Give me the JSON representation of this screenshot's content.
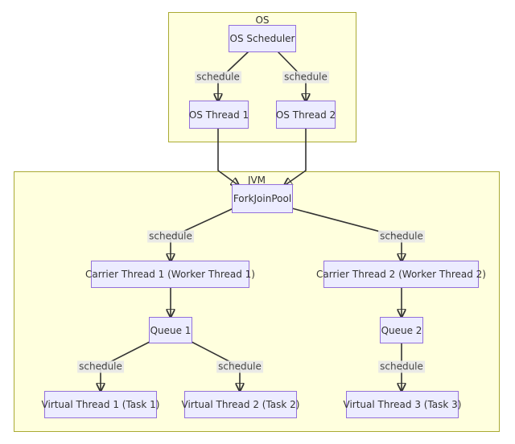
{
  "clusters": {
    "os": {
      "label": "OS"
    },
    "jvm": {
      "label": "JVM"
    }
  },
  "nodes": {
    "os_scheduler": "OS Scheduler",
    "os_thread_1": "OS Thread 1",
    "os_thread_2": "OS Thread 2",
    "forkjoinpool": "ForkJoinPool",
    "carrier_1": "Carrier Thread 1 (Worker Thread 1)",
    "carrier_2": "Carrier Thread 2 (Worker Thread 2)",
    "queue_1": "Queue 1",
    "queue_2": "Queue 2",
    "vthread_1": "Virtual Thread 1 (Task 1)",
    "vthread_2": "Virtual Thread 2 (Task 2)",
    "vthread_3": "Virtual Thread 3 (Task 3)"
  },
  "edges": [
    {
      "from": "OS Scheduler",
      "to": "OS Thread 1",
      "label": "schedule"
    },
    {
      "from": "OS Scheduler",
      "to": "OS Thread 2",
      "label": "schedule"
    },
    {
      "from": "OS Thread 1",
      "to": "ForkJoinPool",
      "label": ""
    },
    {
      "from": "OS Thread 2",
      "to": "ForkJoinPool",
      "label": ""
    },
    {
      "from": "ForkJoinPool",
      "to": "Carrier Thread 1 (Worker Thread 1)",
      "label": "schedule"
    },
    {
      "from": "ForkJoinPool",
      "to": "Carrier Thread 2 (Worker Thread 2)",
      "label": "schedule"
    },
    {
      "from": "Carrier Thread 1 (Worker Thread 1)",
      "to": "Queue 1",
      "label": ""
    },
    {
      "from": "Carrier Thread 2 (Worker Thread 2)",
      "to": "Queue 2",
      "label": ""
    },
    {
      "from": "Queue 1",
      "to": "Virtual Thread 1 (Task 1)",
      "label": "schedule"
    },
    {
      "from": "Queue 1",
      "to": "Virtual Thread 2 (Task 2)",
      "label": "schedule"
    },
    {
      "from": "Queue 2",
      "to": "Virtual Thread 3 (Task 3)",
      "label": "schedule"
    }
  ]
}
